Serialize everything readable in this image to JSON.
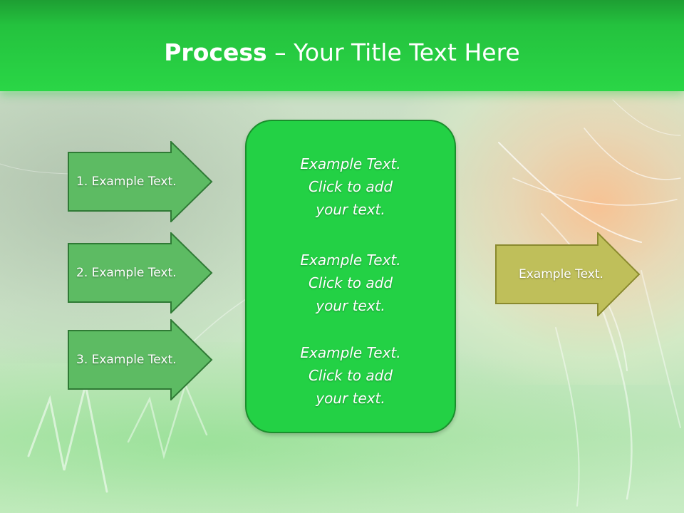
{
  "slide": {
    "title_bold": "Process",
    "title_rest": " – Your Title Text Here"
  },
  "left_arrows": [
    {
      "label": "1. Example Text."
    },
    {
      "label": "2. Example Text."
    },
    {
      "label": "3. Example Text."
    }
  ],
  "center_box": {
    "blocks": [
      {
        "lines": [
          "Example Text.",
          "Click  to add",
          "your text."
        ]
      },
      {
        "lines": [
          "Example Text.",
          "Click  to add",
          "your text."
        ]
      },
      {
        "lines": [
          "Example Text.",
          "Click  to add",
          "your text."
        ]
      }
    ]
  },
  "right_arrow": {
    "label": "Example Text."
  },
  "colors": {
    "header_green": "#24c23e",
    "left_arrow_fill": "#5dbb63",
    "left_arrow_stroke": "#2f7a35",
    "center_fill": "#23d145",
    "center_stroke": "#1a8f2c",
    "right_arrow_fill": "#bfbf5a",
    "right_arrow_stroke": "#8a8a2e"
  }
}
